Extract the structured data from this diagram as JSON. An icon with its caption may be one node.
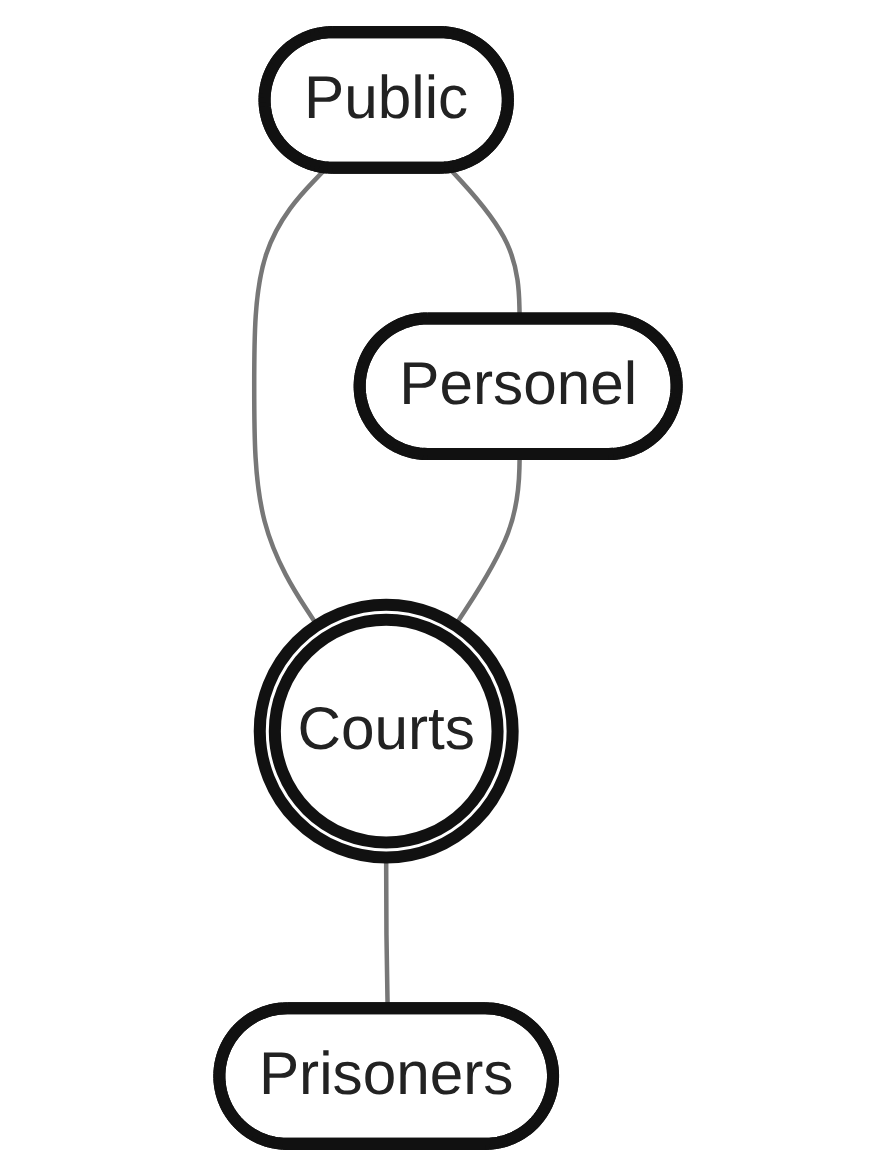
{
  "diagram": {
    "nodes": [
      {
        "text": [
          "Public"
        ]
      },
      {
        "text": [
          "Personel"
        ]
      },
      {
        "text": [
          "Courts"
        ]
      },
      {
        "text": [
          "Prisoners"
        ]
      }
    ],
    "edges": [
      {
        "from": 0,
        "to": 1,
        "arrow": "none"
      },
      {
        "from": 0,
        "to": 2,
        "arrow": "none"
      },
      {
        "from": 1,
        "to": 2,
        "arrow": "none"
      },
      {
        "from": 2,
        "to": 3,
        "arrow": "none"
      }
    ]
  }
}
